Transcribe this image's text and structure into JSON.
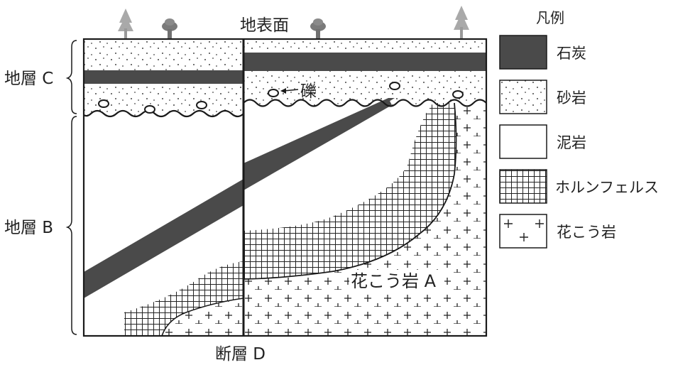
{
  "diagram": {
    "surface_label": "地表面",
    "gravel_label": "礫",
    "granite_a_label": "花こう岩 A",
    "fault_label": "断層 D"
  },
  "strata_labels": {
    "c": "地層 C",
    "b": "地層 B"
  },
  "legend": {
    "title": "凡例",
    "items": [
      {
        "key": "coal",
        "label": "石炭"
      },
      {
        "key": "sandstone",
        "label": "砂岩"
      },
      {
        "key": "mudstone",
        "label": "泥岩"
      },
      {
        "key": "hornfels",
        "label": "ホルンフェルス"
      },
      {
        "key": "granite",
        "label": "花こう岩"
      }
    ]
  },
  "colors": {
    "coal": "#4a4a4a",
    "outline": "#1a1a1a",
    "tree_conifer": "#a9a9a9",
    "tree_broadleaf": "#7a7a7a",
    "background": "#ffffff"
  }
}
